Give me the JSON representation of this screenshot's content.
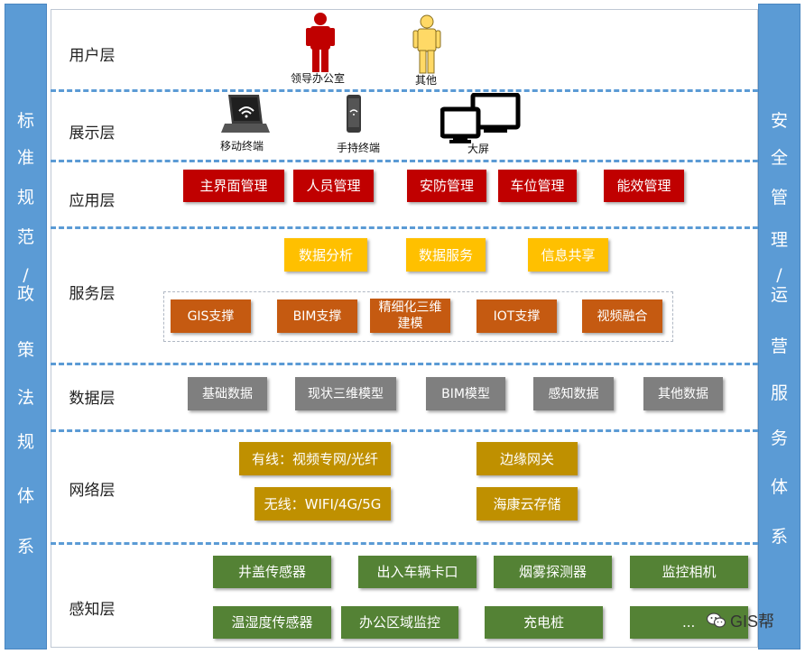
{
  "left_panel": {
    "chars": [
      "标",
      "准",
      "规",
      "范",
      "/",
      "政",
      "策",
      "法",
      "规",
      "体",
      "系"
    ]
  },
  "right_panel": {
    "chars": [
      "安",
      "全",
      "管",
      "理",
      "/",
      "运",
      "营",
      "服",
      "务",
      "体",
      "系"
    ]
  },
  "layers": {
    "user": "用户层",
    "display": "展示层",
    "application": "应用层",
    "service": "服务层",
    "data": "数据层",
    "network": "网络层",
    "perception": "感知层"
  },
  "user_layer": {
    "leader_office": "领导办公室",
    "others": "其他"
  },
  "display_layer": {
    "mobile_terminal": "移动终端",
    "handheld_terminal": "手持终端",
    "big_screen": "大屏"
  },
  "application_layer": [
    "主界面管理",
    "人员管理",
    "安防管理",
    "车位管理",
    "能效管理"
  ],
  "service_layer": {
    "top": [
      "数据分析",
      "数据服务",
      "信息共享"
    ],
    "support": [
      "GIS支撑",
      "BIM支撑",
      "精细化三维建模",
      "IOT支撑",
      "视频融合"
    ]
  },
  "data_layer": [
    "基础数据",
    "现状三维模型",
    "BIM模型",
    "感知数据",
    "其他数据"
  ],
  "network_layer": [
    "有线：视频专网/光纤",
    "边缘网关",
    "无线：WIFI/4G/5G",
    "海康云存储"
  ],
  "perception_layer": [
    "井盖传感器",
    "出入车辆卡口",
    "烟雾探测器",
    "监控相机",
    "温湿度传感器",
    "办公区域监控",
    "充电桩",
    "..."
  ],
  "watermark": "GIS帮",
  "colors": {
    "side_panel": "#5b9bd5",
    "application": "#c00000",
    "service_top": "#ffc000",
    "service_support": "#c55a11",
    "data": "#7f7f7f",
    "network": "#bf9000",
    "perception": "#548235"
  }
}
